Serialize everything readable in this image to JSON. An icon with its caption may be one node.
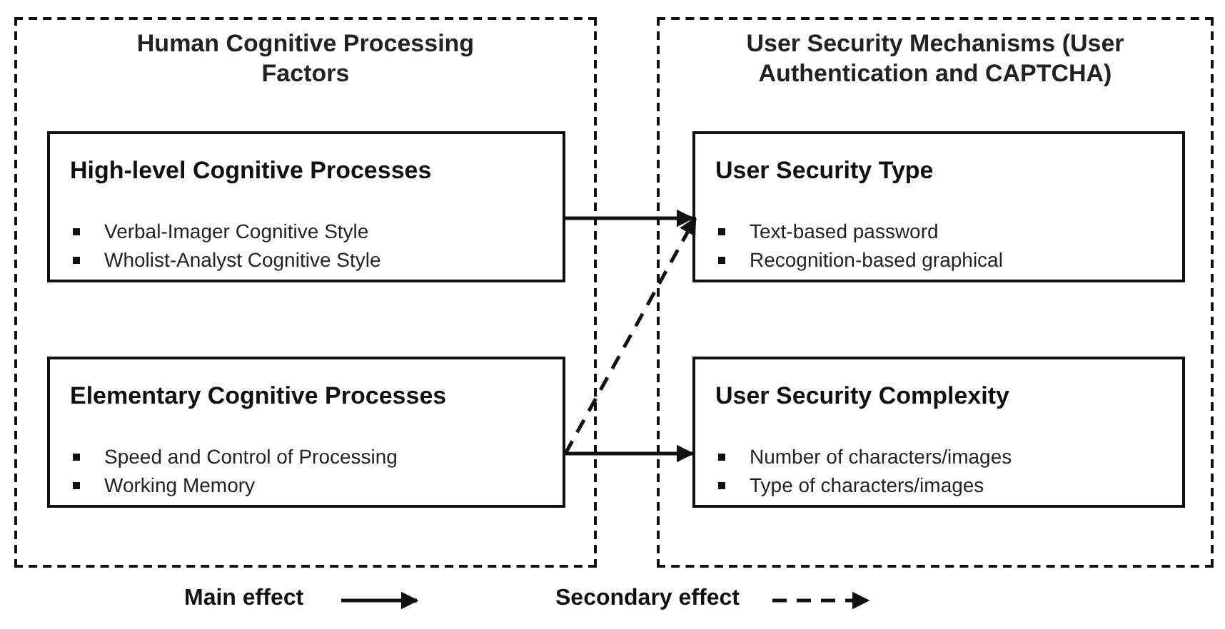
{
  "diagram": {
    "nodes": [
      {
        "text": [
          "Human Cognitive Processing Factors"
        ]
      },
      {
        "text": [
          "High-level Cognitive Processes",
          "Verbal-Imager Cognitive Style",
          "Wholist-Analyst Cognitive Style"
        ],
        "in": 0
      },
      {
        "text": [
          "Elementary Cognitive Processes",
          "Speed and Control of Processing",
          "Working Memory"
        ],
        "in": 0
      },
      {
        "text": [
          "User Security Mechanisms (User Authentication and CAPTCHA)"
        ]
      },
      {
        "text": [
          "User Security Type",
          "Text-based password",
          "Recognition-based graphical"
        ],
        "in": 3
      },
      {
        "text": [
          "User Security Complexity",
          "Number of characters/images",
          "Type of characters/images"
        ],
        "in": 3
      }
    ],
    "edges": [
      {
        "from": 1,
        "to": 4,
        "arrow": "to"
      },
      {
        "from": 2,
        "to": 5,
        "arrow": "to"
      },
      {
        "from": 2,
        "to": 4,
        "arrow": "to",
        "style": "dashed"
      }
    ],
    "legend": [
      {
        "text": "Main effect"
      },
      {
        "text": "Secondary effect"
      }
    ]
  }
}
